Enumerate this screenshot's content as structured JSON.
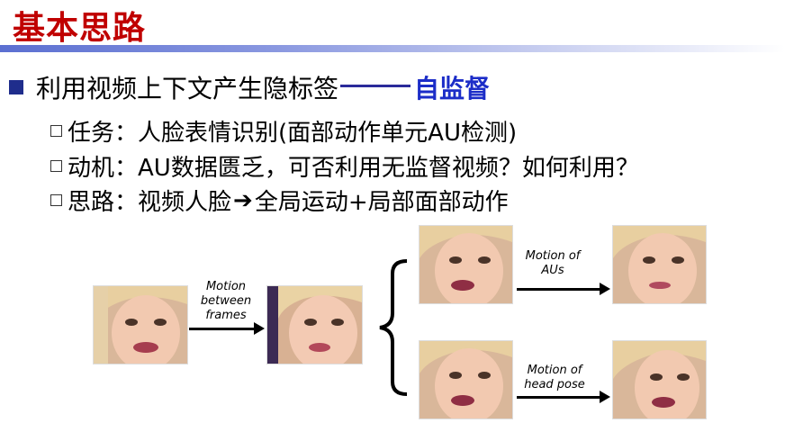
{
  "title": "基本思路",
  "main_bullet": {
    "text": "利用视频上下文产生隐标签",
    "emphasis": "自监督"
  },
  "sub_items": [
    {
      "label": "任务：",
      "text": "人脸表情识别(面部动作单元AU检测)"
    },
    {
      "label": "动机：",
      "text": "AU数据匮乏，可否利用无监督视频？如何利用？"
    },
    {
      "label": "思路：",
      "text_before": "视频人脸",
      "arrow": "➔",
      "text_after": "全局运动+局部面部动作"
    }
  ],
  "diagram": {
    "label_motion_between_frames": "Motion\nbetween\nframes",
    "label_motion_of_aus": "Motion of\nAUs",
    "label_motion_of_head_pose": "Motion of\nhead pose"
  },
  "colors": {
    "title": "#c00000",
    "emphasis": "#1c2dc8",
    "bullet": "#1f2d8c"
  }
}
